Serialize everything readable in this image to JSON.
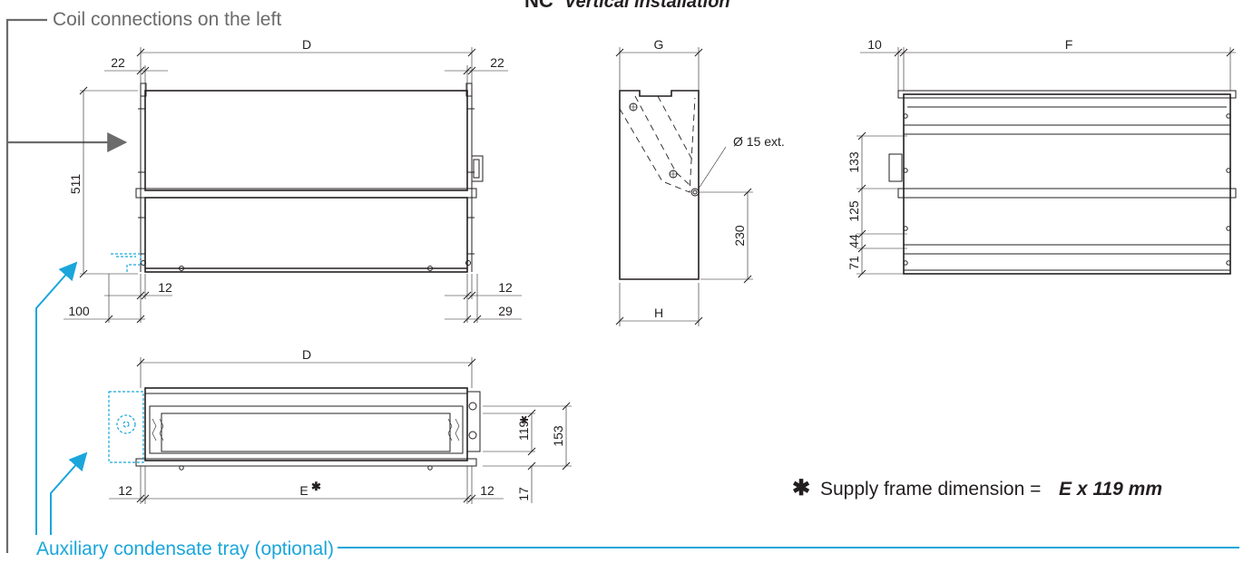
{
  "header": {
    "title_prefix": "NC",
    "title_suffix": "Vertical installation"
  },
  "labels": {
    "coil_connections": "Coil connections on the left",
    "aux_tray": "Auxiliary condensate tray (optional)",
    "footnote_text": "Supply frame dimension = ",
    "footnote_formula": "E x 119 mm",
    "asterisk": "✱",
    "pipe_diameter": "Ø 15 ext."
  },
  "dimensions": {
    "front": {
      "width": "D",
      "left": "22",
      "right": "22",
      "height": "511",
      "bottom_left_inner": "12",
      "bottom_left_outer": "100",
      "bottom_right_inner": "12",
      "bottom_right_outer": "29"
    },
    "side": {
      "top": "G",
      "bottom": "H",
      "drain_height": "230"
    },
    "rear": {
      "offset": "10",
      "width": "F",
      "v1": "133",
      "v2": "125",
      "v3": "44",
      "v4": "71"
    },
    "bottom": {
      "width": "D",
      "frame_width": "E",
      "left": "12",
      "right": "12",
      "frame_height": "119",
      "height": "153",
      "base": "17"
    }
  },
  "colors": {
    "line": "#231f20",
    "accent": "#1aa6db",
    "note": "#6b6b6b"
  }
}
